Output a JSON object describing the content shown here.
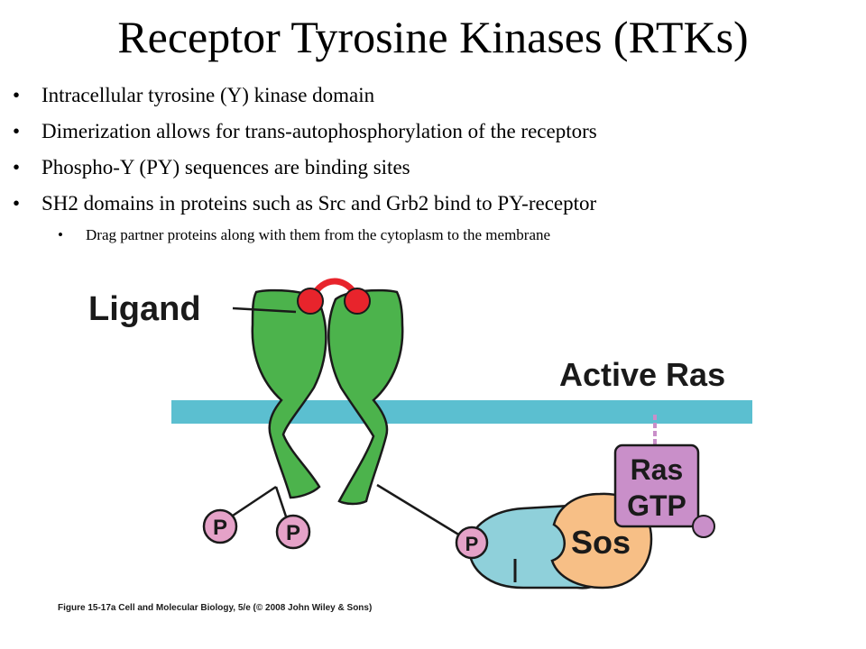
{
  "slide": {
    "title": "Receptor Tyrosine Kinases (RTKs)",
    "bullets": [
      "Intracellular tyrosine (Y) kinase domain",
      "Dimerization allows for trans-autophosphorylation of the receptors",
      "Phospho-Y (PY) sequences are binding sites",
      "SH2 domains in proteins such as Src and Grb2 bind to PY-receptor"
    ],
    "sub_bullets": [
      "Drag partner proteins along with them from the cytoplasm to the membrane"
    ]
  },
  "figure": {
    "ligand_label": "Ligand",
    "active_ras_label": "Active Ras",
    "phospho_label": "P",
    "ras_label_line1": "Ras",
    "ras_label_line2": "GTP",
    "sos_label": "Sos",
    "caption": "Figure 15-17a Cell and Molecular Biology, 5/e (© 2008 John Wiley & Sons)",
    "colors": {
      "receptor_green": "#4cb34c",
      "membrane_blue": "#5bbfd0",
      "ligand_red": "#e8242c",
      "phospho_pink": "#e5a2c8",
      "ras_purple": "#c98fc9",
      "sos_orange": "#f7bf86",
      "adaptor_blue": "#8fd0da"
    }
  }
}
